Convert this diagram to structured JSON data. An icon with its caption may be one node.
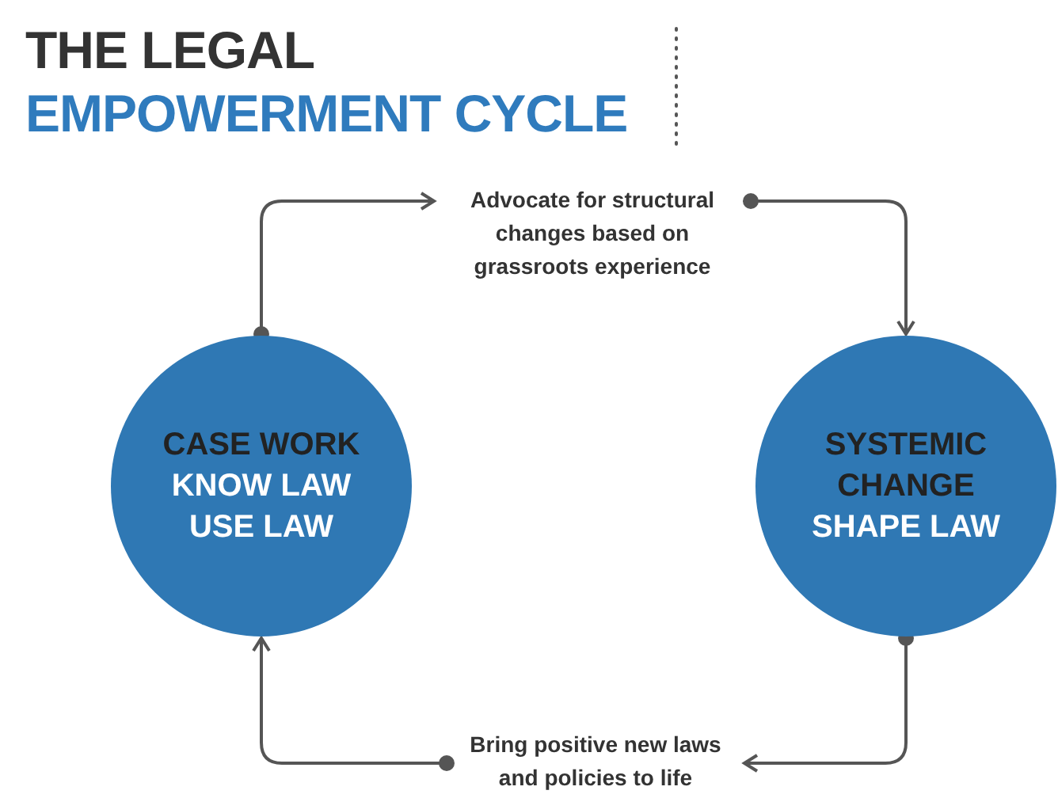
{
  "diagram": {
    "title": "THE LEGAL EMPOWERMENT CYCLE",
    "nodes": [
      {
        "text": [
          "CASE WORK",
          "KNOW LAW USE LAW"
        ]
      },
      {
        "text": [
          "SYSTEMIC CHANGE",
          "SHAPE LAW"
        ]
      },
      {
        "text": [
          "Advocate for structural changes based on grassroots experience"
        ]
      },
      {
        "text": [
          "Bring positive new laws and policies to life"
        ]
      }
    ],
    "edges": [
      {
        "from": 0,
        "to": 2,
        "arrow": "to"
      },
      {
        "from": 2,
        "to": 1,
        "arrow": "to"
      },
      {
        "from": 1,
        "to": 3,
        "arrow": "to"
      },
      {
        "from": 3,
        "to": 0,
        "arrow": "to"
      }
    ]
  }
}
